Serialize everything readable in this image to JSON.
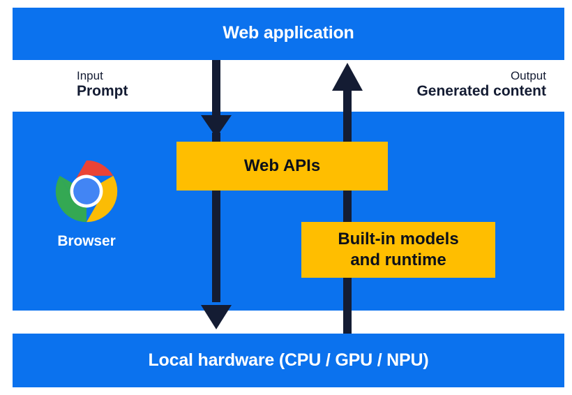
{
  "diagram": {
    "title_top": "Web application",
    "title_bottom": "Local hardware (CPU / GPU / NPU)",
    "flows": {
      "input": {
        "kind": "Input",
        "value": "Prompt"
      },
      "output": {
        "kind": "Output",
        "value": "Generated content"
      }
    },
    "boxes": {
      "web_apis": "Web APIs",
      "builtin_line1": "Built-in models",
      "builtin_line2": "and runtime"
    },
    "browser": {
      "label": "Browser",
      "logo": "chrome-logo"
    },
    "colors": {
      "band_blue": "#0b72ee",
      "box_yellow": "#ffbe00",
      "arrow_navy": "#141c33",
      "text_on_blue": "#ffffff",
      "text_on_yellow": "#0b0f1a",
      "chrome_red": "#ea4335",
      "chrome_yellow": "#fbbc05",
      "chrome_green": "#34a853",
      "chrome_blue": "#4285f4",
      "chrome_ring": "#ffffff"
    }
  }
}
